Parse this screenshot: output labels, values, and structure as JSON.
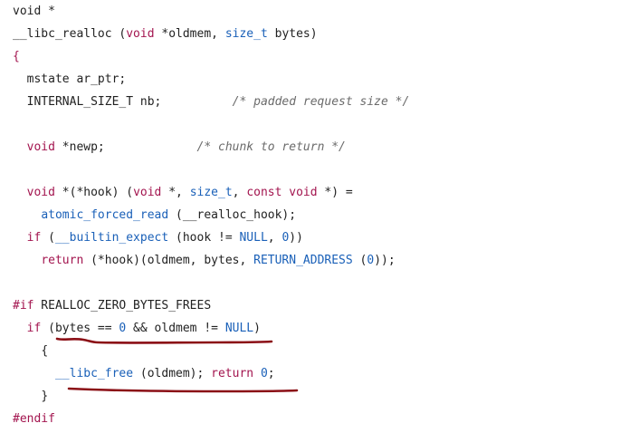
{
  "code": {
    "lines": [
      {
        "indent": 0,
        "tokens": [
          {
            "t": "void *",
            "k": "plain"
          }
        ]
      },
      {
        "indent": 0,
        "tokens": [
          {
            "t": "__libc_realloc (",
            "k": "plain"
          },
          {
            "t": "void",
            "k": "kw"
          },
          {
            "t": " *oldmem, ",
            "k": "plain"
          },
          {
            "t": "size_t",
            "k": "type"
          },
          {
            "t": " bytes)",
            "k": "plain"
          }
        ]
      },
      {
        "indent": 0,
        "tokens": [
          {
            "t": "{",
            "k": "delim"
          }
        ]
      },
      {
        "indent": 2,
        "tokens": [
          {
            "t": "mstate ar_ptr;",
            "k": "plain"
          }
        ]
      },
      {
        "indent": 2,
        "tokens": [
          {
            "t": "INTERNAL_SIZE_T nb;          ",
            "k": "plain"
          },
          {
            "t": "/* padded request size */",
            "k": "comment"
          }
        ]
      },
      {
        "indent": 0,
        "tokens": []
      },
      {
        "indent": 2,
        "tokens": [
          {
            "t": "void",
            "k": "kw"
          },
          {
            "t": " *newp;             ",
            "k": "plain"
          },
          {
            "t": "/* chunk to return */",
            "k": "comment"
          }
        ]
      },
      {
        "indent": 0,
        "tokens": []
      },
      {
        "indent": 2,
        "tokens": [
          {
            "t": "void",
            "k": "kw"
          },
          {
            "t": " *(*hook) (",
            "k": "plain"
          },
          {
            "t": "void",
            "k": "kw"
          },
          {
            "t": " *, ",
            "k": "plain"
          },
          {
            "t": "size_t",
            "k": "type"
          },
          {
            "t": ", ",
            "k": "plain"
          },
          {
            "t": "const",
            "k": "kw"
          },
          {
            "t": " ",
            "k": "plain"
          },
          {
            "t": "void",
            "k": "kw"
          },
          {
            "t": " *) =",
            "k": "plain"
          }
        ]
      },
      {
        "indent": 4,
        "tokens": [
          {
            "t": "atomic_forced_read",
            "k": "fn"
          },
          {
            "t": " (__realloc_hook);",
            "k": "plain"
          }
        ]
      },
      {
        "indent": 2,
        "tokens": [
          {
            "t": "if",
            "k": "kw"
          },
          {
            "t": " (",
            "k": "plain"
          },
          {
            "t": "__builtin_expect",
            "k": "fn"
          },
          {
            "t": " (hook != ",
            "k": "plain"
          },
          {
            "t": "NULL",
            "k": "macro"
          },
          {
            "t": ", ",
            "k": "plain"
          },
          {
            "t": "0",
            "k": "num"
          },
          {
            "t": "))",
            "k": "plain"
          }
        ]
      },
      {
        "indent": 4,
        "tokens": [
          {
            "t": "return",
            "k": "kw"
          },
          {
            "t": " (*hook)(oldmem, bytes, ",
            "k": "plain"
          },
          {
            "t": "RETURN_ADDRESS",
            "k": "macro"
          },
          {
            "t": " (",
            "k": "plain"
          },
          {
            "t": "0",
            "k": "num"
          },
          {
            "t": "));",
            "k": "plain"
          }
        ]
      },
      {
        "indent": 0,
        "tokens": []
      },
      {
        "indent": 0,
        "tokens": [
          {
            "t": "#if",
            "k": "pp"
          },
          {
            "t": " REALLOC_ZERO_BYTES_FREES",
            "k": "plain"
          }
        ]
      },
      {
        "indent": 2,
        "tokens": [
          {
            "t": "if",
            "k": "kw"
          },
          {
            "t": " (bytes == ",
            "k": "plain"
          },
          {
            "t": "0",
            "k": "num"
          },
          {
            "t": " && oldmem != ",
            "k": "plain"
          },
          {
            "t": "NULL",
            "k": "macro"
          },
          {
            "t": ")",
            "k": "plain"
          }
        ]
      },
      {
        "indent": 4,
        "tokens": [
          {
            "t": "{",
            "k": "plain"
          }
        ]
      },
      {
        "indent": 6,
        "tokens": [
          {
            "t": "__libc_free",
            "k": "fn"
          },
          {
            "t": " (oldmem); ",
            "k": "plain"
          },
          {
            "t": "return",
            "k": "kw"
          },
          {
            "t": " ",
            "k": "plain"
          },
          {
            "t": "0",
            "k": "num"
          },
          {
            "t": ";",
            "k": "plain"
          }
        ]
      },
      {
        "indent": 4,
        "tokens": [
          {
            "t": "}",
            "k": "plain"
          }
        ]
      },
      {
        "indent": 0,
        "tokens": [
          {
            "t": "#endif",
            "k": "pp"
          }
        ]
      }
    ]
  },
  "colors": {
    "keyword": "#a3154f",
    "type": "#1a60b8",
    "comment": "#6b6b6b",
    "text": "#222222",
    "underline": "#8b0f16"
  }
}
